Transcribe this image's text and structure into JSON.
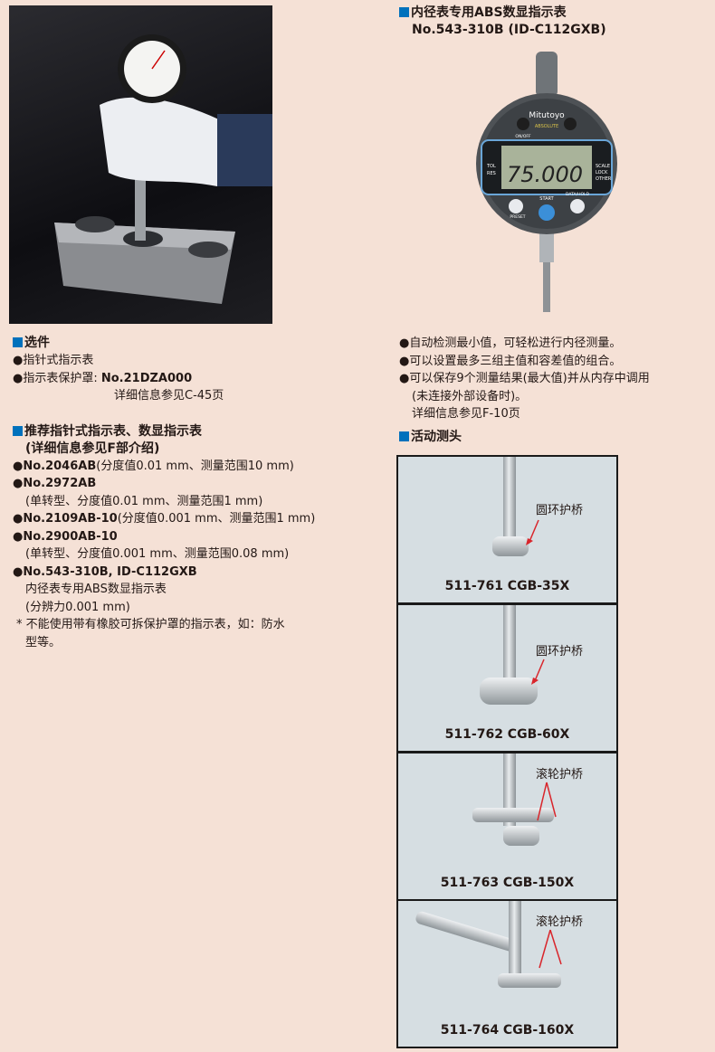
{
  "options": {
    "title": "选件",
    "items": [
      "指针式指示表",
      "指示表保护罩: "
    ],
    "cover_model": "No.21DZA000",
    "cover_ref": "详细信息参见C-45页"
  },
  "recommended": {
    "title": "推荐指针式指示表、数显指示表",
    "subtitle": "(详细信息参见F部介绍)",
    "items": [
      {
        "model": "No.2046AB",
        "desc": "(分度值0.01 mm、测量范围10 mm)"
      },
      {
        "model": "No.2972AB",
        "desc": "(单转型、分度值0.01 mm、测量范围1 mm)"
      },
      {
        "model": "No.2109AB-10",
        "desc": "(分度值0.001 mm、测量范围1 mm)"
      },
      {
        "model": "No.2900AB-10",
        "desc": "(单转型、分度值0.001 mm、测量范围0.08 mm)"
      },
      {
        "model": "No.543-310B, ID-C112GXB",
        "desc": "内径表专用ABS数显指示表",
        "desc2": "(分辨力0.001 mm)"
      }
    ],
    "note": "* 不能使用带有橡胶可拆保护罩的指示表，如：防水",
    "note2": "型等。"
  },
  "digital": {
    "title": "内径表专用ABS数显指示表",
    "model": "No.543-310B (ID-C112GXB)",
    "gauge": {
      "brand": "Mitutoyo",
      "absolute": "ABSOLUTE",
      "reading": "75.000",
      "start": "START",
      "data_hold": "DATA/HOLD",
      "preset": "PRESET",
      "on_off": "ON/OFF",
      "tol": "TOL",
      "res": "RES",
      "scale": "SCALE",
      "lock": "LOCK",
      "other": "OTHER"
    },
    "features": [
      "自动检测最小值，可轻松进行内径测量。",
      "可以设置最多三组主值和容差值的组合。",
      "可以保存9个测量结果(最大值)并从内存中调用"
    ],
    "feature3_cont": "(未连接外部设备时)。",
    "ref": "详细信息参见F-10页"
  },
  "contact_points": {
    "title": "活动测头",
    "items": [
      {
        "caption": "511-761  CGB-35X",
        "label": "圆环护桥"
      },
      {
        "caption": "511-762  CGB-60X",
        "label": "圆环护桥"
      },
      {
        "caption": "511-763  CGB-150X",
        "label": "滚轮护桥"
      },
      {
        "caption": "511-764  CGB-160X",
        "label": "滚轮护桥"
      }
    ]
  },
  "colors": {
    "background": "#f5e1d6",
    "accent": "#0071bc",
    "panel": "#d6dee2",
    "arrow": "#d9252b"
  }
}
